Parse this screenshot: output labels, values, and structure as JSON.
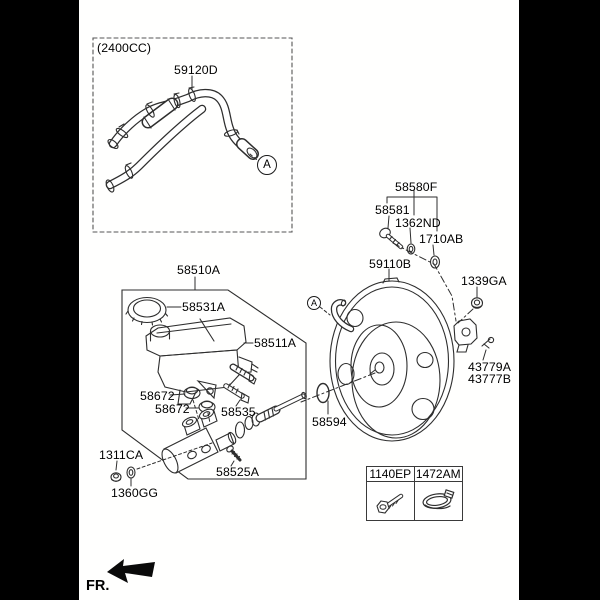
{
  "colors": {
    "frame": "#000000",
    "paper": "#fffffe",
    "line": "#2e2e2e",
    "text": "#000000"
  },
  "inset": {
    "engine_variant": "(2400CC)",
    "hose_part": "59120D",
    "marker": "A"
  },
  "master_group": {
    "assembly": "58510A",
    "cap": "58531A",
    "reservoir": "58511A",
    "grommet_upper": "58672",
    "grommet_lower": "58672",
    "pin": "58535",
    "screw": "58525A",
    "nut": "1311CA",
    "washer": "1360GG"
  },
  "booster_group": {
    "bracket_kit": "58580F",
    "bolt": "58581",
    "washer": "1362ND",
    "grommet": "1710AB",
    "booster": "59110B",
    "nut": "1339GA",
    "pin_a": "43779A",
    "pin_b": "43777B",
    "oring": "58594",
    "marker": "A"
  },
  "legend": {
    "left_part": "1140EP",
    "right_part": "1472AM"
  },
  "footer": {
    "fr": "FR."
  },
  "icons": {
    "legend_left": "bolt-icon",
    "legend_right": "hose-clamp-icon",
    "footer_arrow": "fr-direction-arrow-icon"
  }
}
